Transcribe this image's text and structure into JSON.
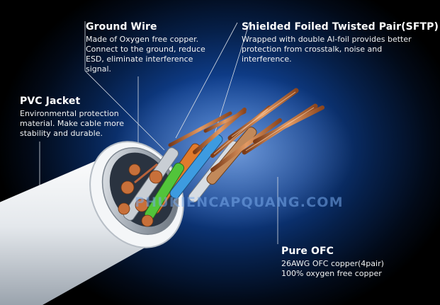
{
  "callouts": {
    "ground_wire": {
      "title": "Ground Wire",
      "lines": [
        "Made of Oxygen free copper.",
        "Connect to the ground, reduce",
        "ESD, eliminate interference",
        "signal."
      ]
    },
    "sftp": {
      "title": "Shielded Foiled Twisted Pair(SFTP)",
      "lines": [
        "Wrapped with double Al-foil provides better",
        "protection from crosstalk, noise and",
        "interference."
      ]
    },
    "pvc_jacket": {
      "title": "PVC Jacket",
      "lines": [
        "Environmental protection",
        "material. Make cable more",
        "stability and durable."
      ]
    },
    "pure_ofc": {
      "title": "Pure OFC",
      "lines": [
        "26AWG OFC copper(4pair)",
        "100% oxygen free copper"
      ]
    }
  },
  "watermark": "PHUKIENCAPQUANG.COM",
  "colors": {
    "background_glow": "#1f63c9",
    "copper": "#c8703a",
    "jacket": "#e9ecef",
    "foil": "#b9c0c8",
    "leader_lines": "#d8dde4"
  }
}
